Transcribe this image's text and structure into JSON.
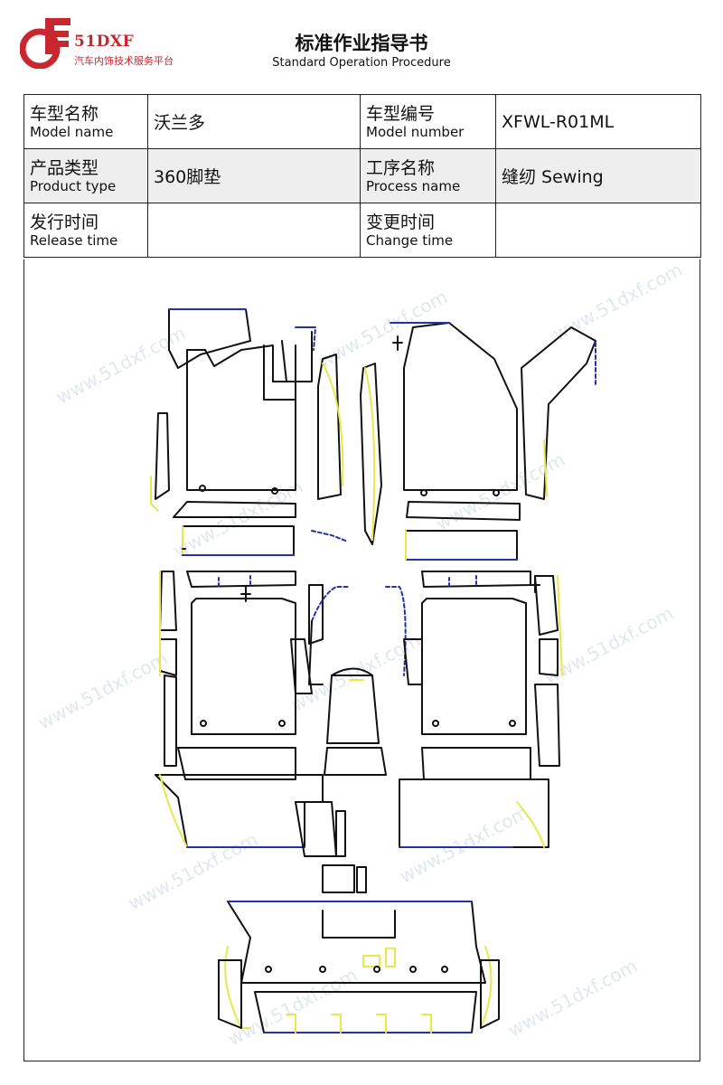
{
  "logo": {
    "brand": "51DXF",
    "tagline": "汽车内饰技术服务平台",
    "color": "#c8272f"
  },
  "title": {
    "zh": "标准作业指导书",
    "en": "Standard Operation Procedure"
  },
  "info": {
    "model_name_label_zh": "车型名称",
    "model_name_label_en": "Model name",
    "model_name": "沃兰多",
    "model_number_label_zh": "车型编号",
    "model_number_label_en": "Model number",
    "model_number": "XFWL-R01ML",
    "product_type_label_zh": "产品类型",
    "product_type_label_en": "Product type",
    "product_type": "360脚垫",
    "process_label_zh": "工序名称",
    "process_label_en": "Process name",
    "process": "缝纫 Sewing",
    "release_label_zh": "发行时间",
    "release_label_en": "Release time",
    "release_time": "",
    "change_label_zh": "变更时间",
    "change_label_en": "Change time",
    "change_time": ""
  },
  "watermark": "www.51dxf.com",
  "colors": {
    "outline": "#111111",
    "edge_blue": "#2233aa",
    "edge_yellow": "#e8e84a",
    "header_shade": "#eeeeee"
  }
}
